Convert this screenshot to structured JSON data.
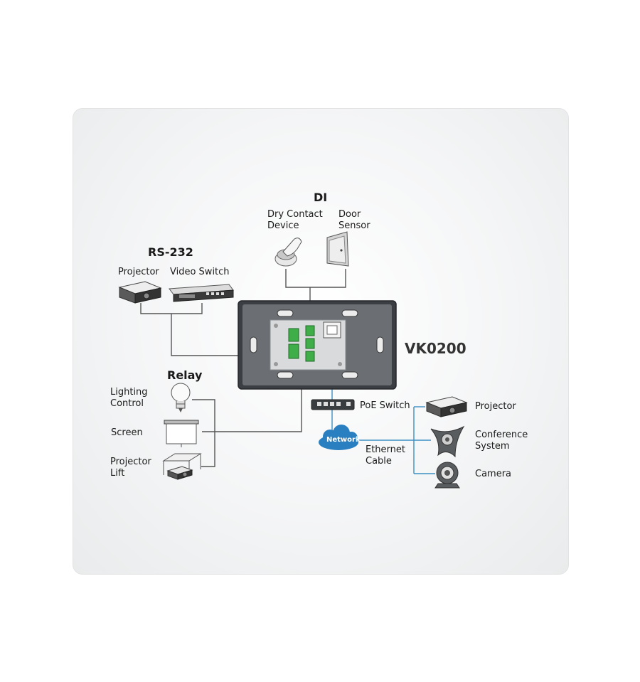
{
  "groups": {
    "di": "DI",
    "rs232": "RS-232",
    "relay": "Relay"
  },
  "model": "VK0200",
  "devices": {
    "dry_contact": "Dry Contact\nDevice",
    "door_sensor": "Door\nSensor",
    "projector_rs232": "Projector",
    "video_switch": "Video Switch",
    "lighting_control": "Lighting\nControl",
    "screen": "Screen",
    "projector_lift": "Projector\nLift",
    "poe_switch": "PoE Switch",
    "network": "Network",
    "ethernet_cable": "Ethernet\nCable",
    "projector_net": "Projector",
    "conference_system": "Conference\nSystem",
    "camera": "Camera"
  },
  "colors": {
    "wire": "#555555",
    "network_line": "#3d8fc4",
    "cloud": "#2a7fc0",
    "terminal": "#3fae49"
  }
}
